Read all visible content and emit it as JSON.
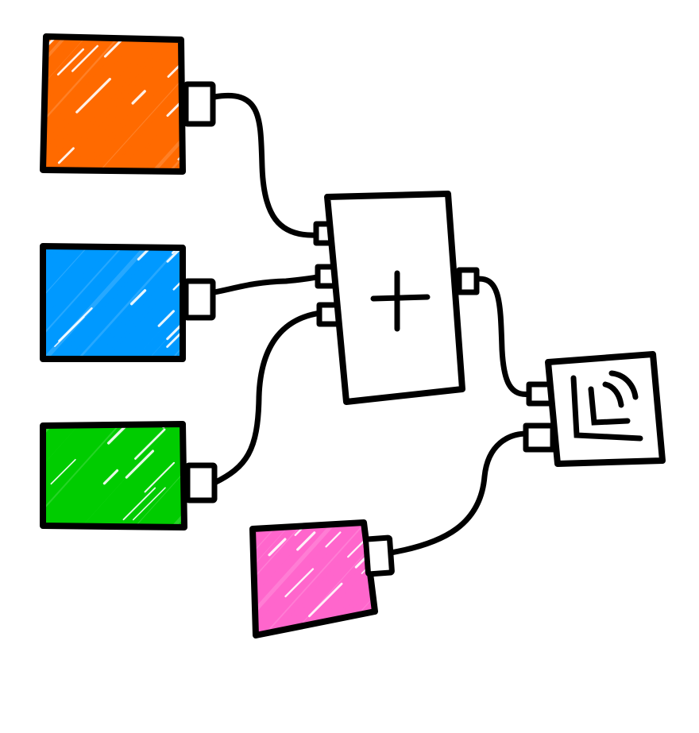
{
  "diagram": {
    "nodes": [
      {
        "id": "orange-source",
        "color": "#ff6a00"
      },
      {
        "id": "blue-source",
        "color": "#0099ff"
      },
      {
        "id": "green-source",
        "color": "#00cc00"
      },
      {
        "id": "pink-source",
        "color": "#ff66cc"
      },
      {
        "id": "adder",
        "symbol": "+",
        "icon": "plus-icon"
      },
      {
        "id": "output-device",
        "icon": "signal-waves-icon"
      }
    ],
    "edges": [
      [
        "orange-source",
        "adder"
      ],
      [
        "blue-source",
        "adder"
      ],
      [
        "green-source",
        "adder"
      ],
      [
        "adder",
        "output-device"
      ],
      [
        "pink-source",
        "output-device"
      ]
    ]
  }
}
